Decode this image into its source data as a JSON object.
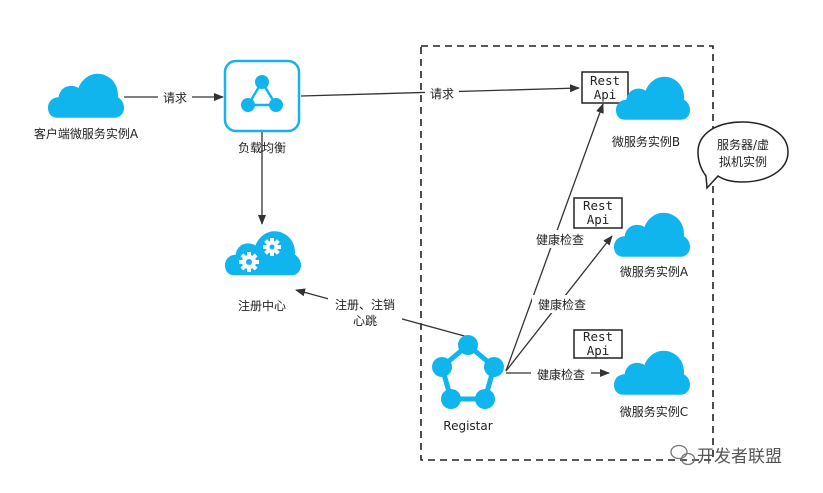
{
  "colors": {
    "cloud": "#11b5ee",
    "lb_border": "#17b2ee",
    "icon": "#11b5ee",
    "arrow": "#333333",
    "text": "#222222"
  },
  "nodes": {
    "client": {
      "label": "客户端微服务实例A"
    },
    "load_balancer": {
      "label": "负载均衡"
    },
    "registry": {
      "label": "注册中心"
    },
    "registar": {
      "label": "Registar"
    },
    "instance_b": {
      "label": "微服务实例B",
      "api_line1": "Rest",
      "api_line2": "Api"
    },
    "instance_a": {
      "label": "微服务实例A",
      "api_line1": "Rest",
      "api_line2": "Api"
    },
    "instance_c": {
      "label": "微服务实例C",
      "api_line1": "Rest",
      "api_line2": "Api"
    }
  },
  "callout": {
    "line1": "服务器/虚",
    "line2": "拟机实例"
  },
  "edges": {
    "client_to_lb": "请求",
    "lb_to_instance_b": "请求",
    "registar_to_registry_line1": "注册、注销",
    "registar_to_registry_line2": "心跳",
    "health_b": "健康检查",
    "health_a": "健康检查",
    "health_c": "健康检查"
  },
  "watermark": {
    "text": "开发者联盟",
    "icon": "wechat-icon"
  }
}
